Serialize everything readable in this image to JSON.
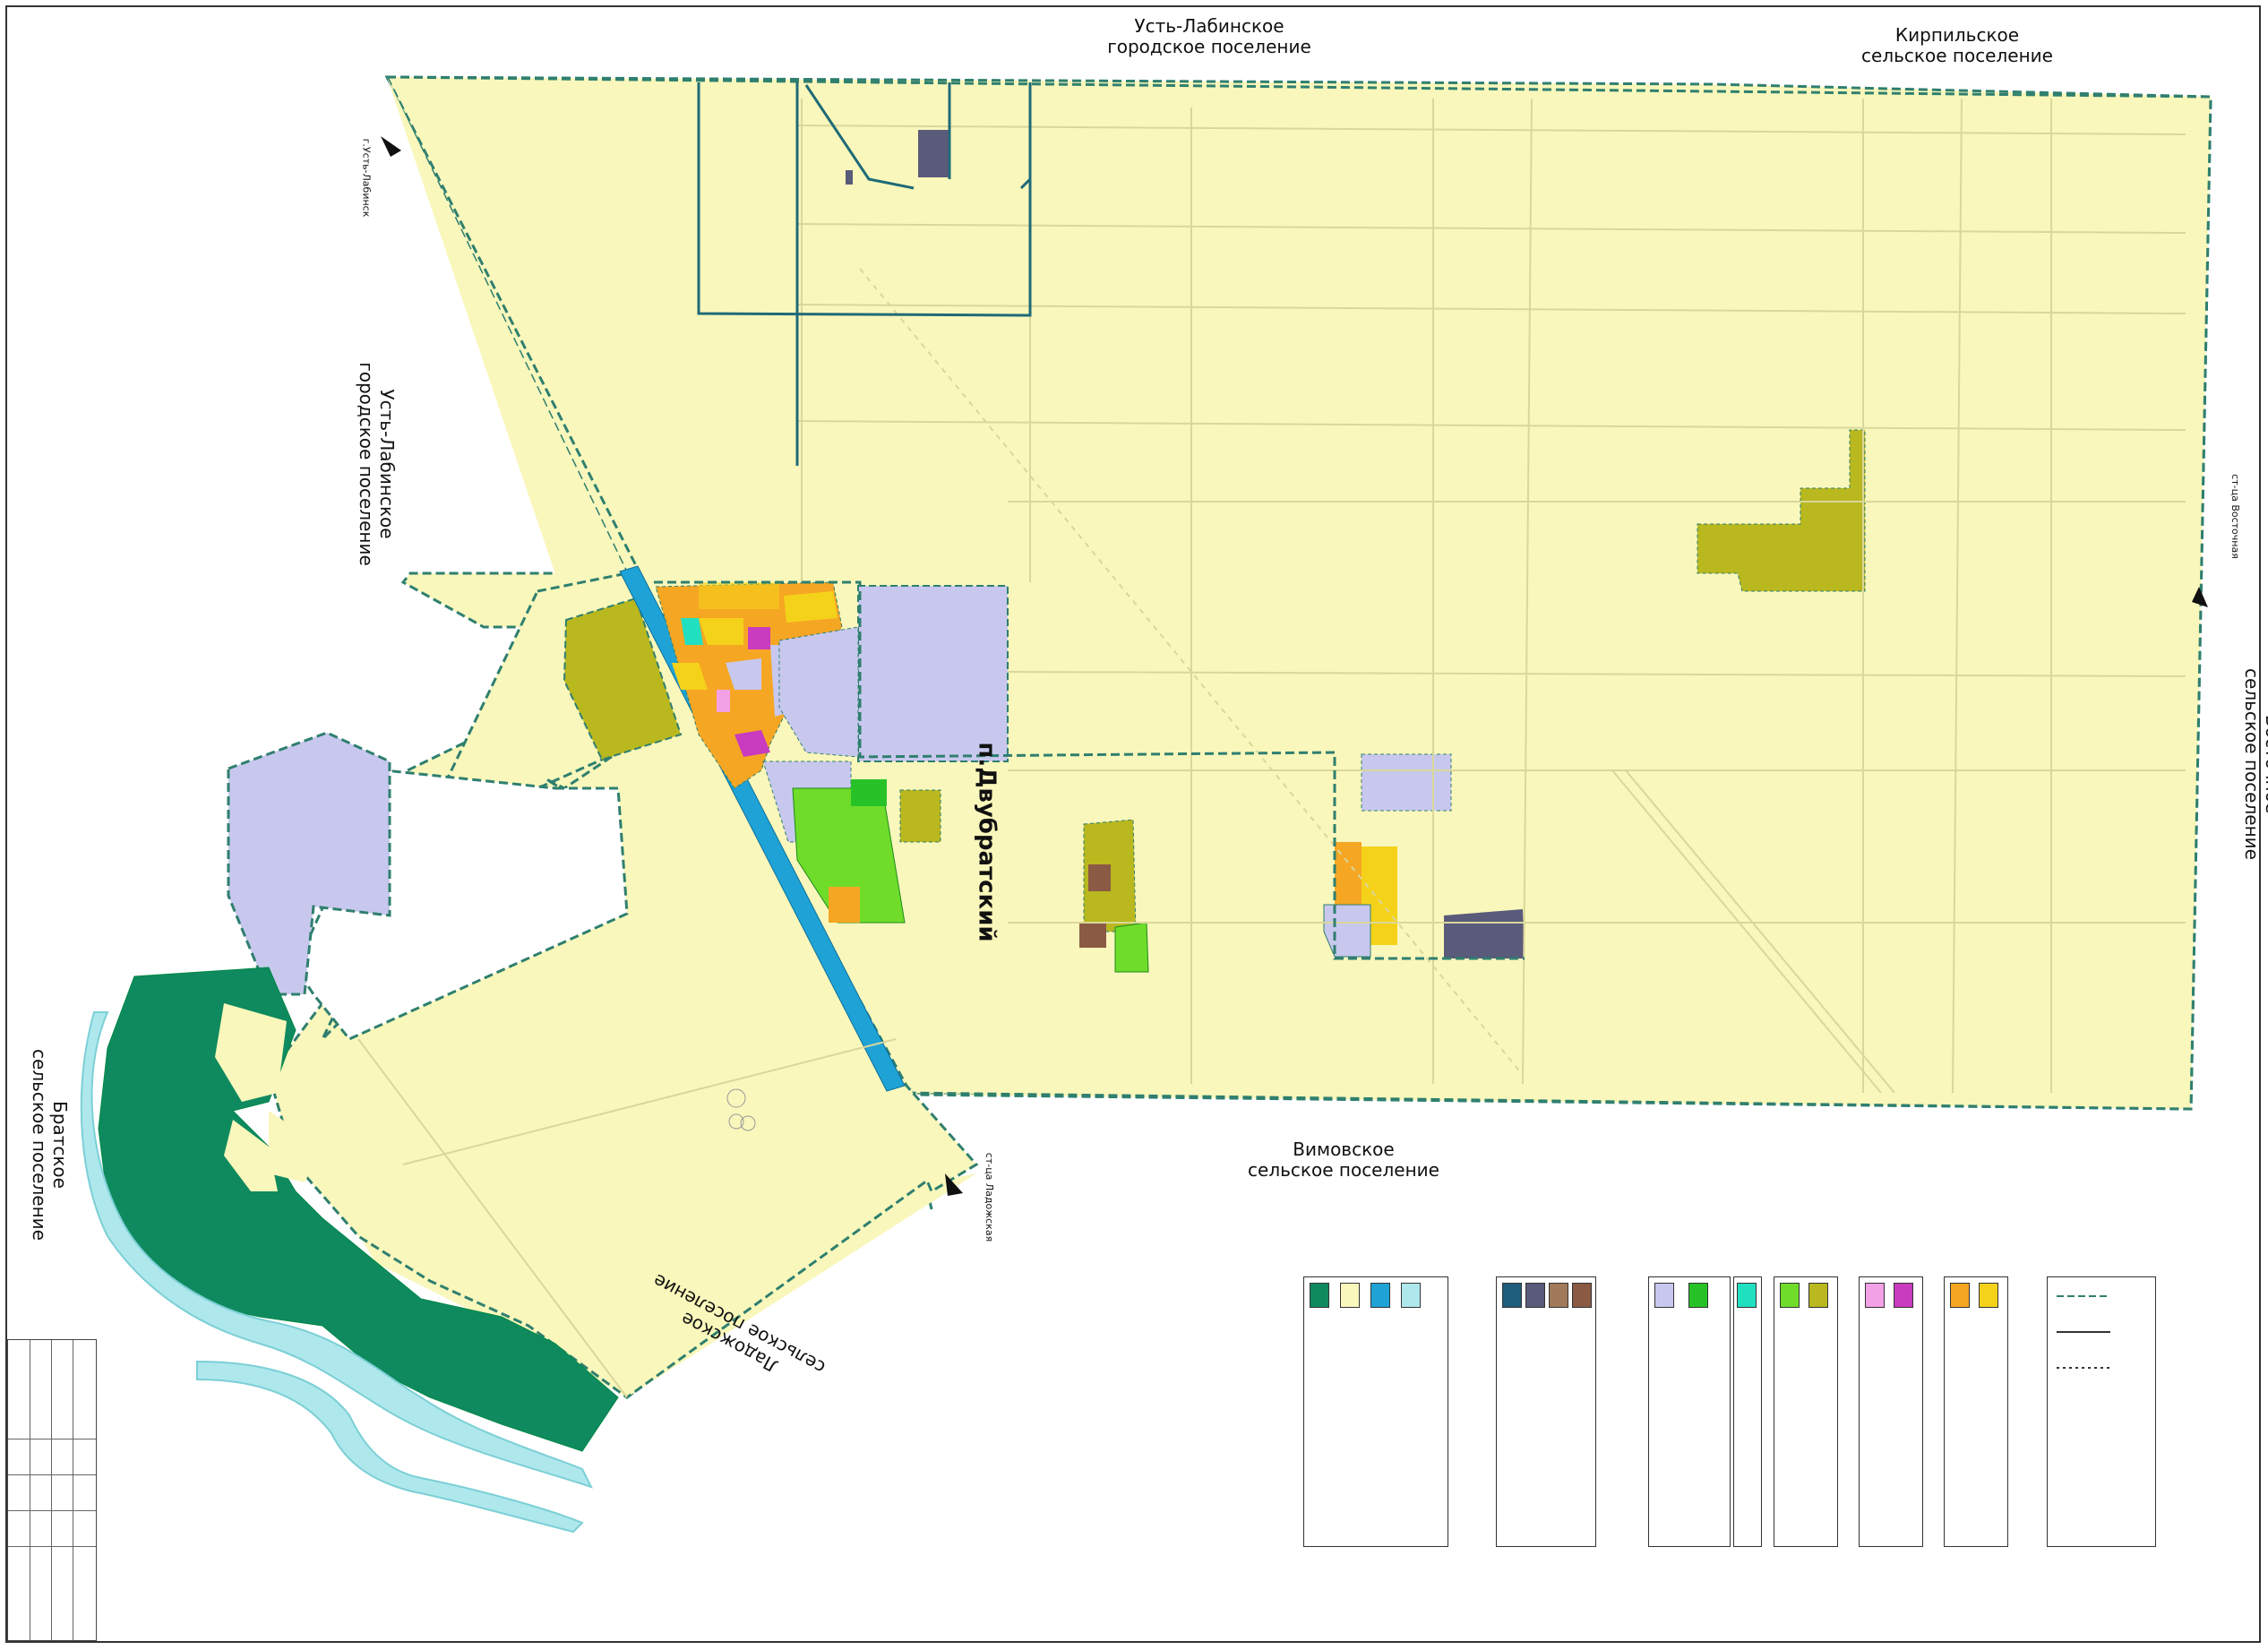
{
  "labels": {
    "ust_lab_top": "Усть-Лабинское\nгородское поселение",
    "kirp": "Кирпильское\nсельское поселение",
    "ust_lab_left": "Усть-Лабинское\nгородское поселение",
    "vostochnoe": "Восточное\nсельское поселение",
    "vimovskoe": "Вимовское\nсельское поселение",
    "ladozhskoe": "Ладожское\nсельское поселение",
    "bratskoe": "Братское\nсельское поселение",
    "settlement": "п.Двубратский",
    "dir_ust_lab": "г.Усть-Лабинск",
    "dir_vostochnaya": "ст-ца Восточная",
    "dir_ladozhskaya": "ст-ца Ладожская"
  },
  "colors": {
    "agri": "#f9f7bb",
    "agri_stroke": "#1e6a78",
    "boundary_dash": "#2f7f6f",
    "forest": "#0f8a5f",
    "water": "#aee8ec",
    "water_road": "#1fa3d6",
    "public_zone": "#c8c8ee",
    "agri_prod": "#b9b81f",
    "residential_orange": "#f5a623",
    "residential_yellow": "#f5d21a",
    "green_zone": "#6fdc2a",
    "bright_green": "#27c227",
    "magenta": "#c93bbf",
    "pink": "#f3a1e6",
    "cyan": "#20e0c0",
    "brown": "#8a5a44",
    "dark_slate": "#5a5a7a",
    "teal_dark": "#1e5e7a"
  },
  "icons": {
    "direction_arrow": "arrow-head-icon"
  }
}
